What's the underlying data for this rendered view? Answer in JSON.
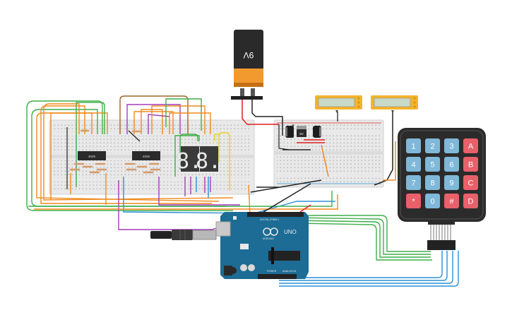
{
  "battery": {
    "label": "9V"
  },
  "regulator": {
    "label": "5V"
  },
  "seven_segment": {
    "digits": [
      "8.",
      "8."
    ]
  },
  "ic_chip": {
    "label": "4026"
  },
  "arduino": {
    "logo": "UNO",
    "brand": "ARDUINO",
    "digital_label": "DIGITAL (PWM~)",
    "power_label": "POWER",
    "analog_label": "ANALOG IN"
  },
  "keypad": {
    "keys": [
      [
        "1",
        "2",
        "3",
        "A"
      ],
      [
        "4",
        "5",
        "6",
        "B"
      ],
      [
        "7",
        "8",
        "9",
        "C"
      ],
      [
        "*",
        "0",
        "#",
        "D"
      ]
    ],
    "colors": {
      "digit": "#7fb8d8",
      "letter": "#e8606a",
      "frame": "#2b2b2b"
    }
  },
  "colors": {
    "wire_green": "#3fae49",
    "wire_orange": "#f08a1c",
    "wire_purple": "#a23bb8",
    "wire_blue": "#2c8fd6",
    "wire_brown": "#a0642a",
    "wire_yellow": "#e7d02a",
    "wire_red": "#e02020",
    "wire_black": "#222222",
    "arduino_board": "#1c6c95",
    "lcd_green": "#c9d9c8"
  }
}
